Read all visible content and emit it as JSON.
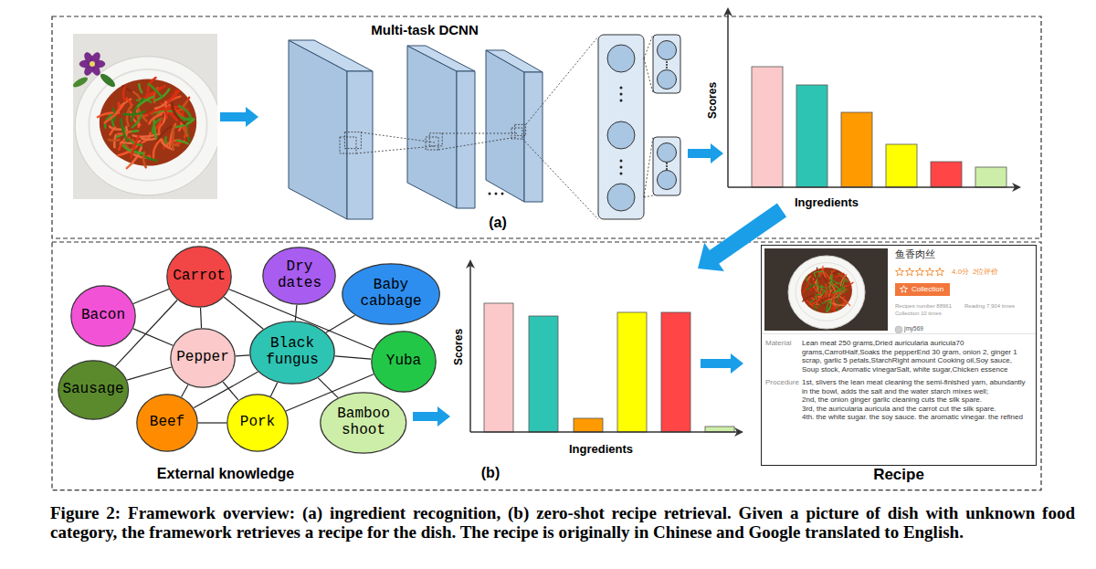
{
  "diagram": {
    "caption": "Figure 2: Framework overview: (a) ingredient recognition, (b) zero-shot recipe retrieval. Given a picture of dish with unknown food category, the framework retrieves a recipe for the dish. The recipe is originally in Chinese and Google translated to English.",
    "nodes": [
      {
        "text": [
          "Carrot"
        ]
      },
      {
        "text": [
          "Dry dates"
        ]
      },
      {
        "text": [
          "Baby cabbage"
        ]
      },
      {
        "text": [
          "Bacon"
        ]
      },
      {
        "text": [
          "Pepper"
        ]
      },
      {
        "text": [
          "Black fungus"
        ]
      },
      {
        "text": [
          "Yuba"
        ]
      },
      {
        "text": [
          "Sausage"
        ]
      },
      {
        "text": [
          "Beef"
        ]
      },
      {
        "text": [
          "Pork"
        ]
      },
      {
        "text": [
          "Bamboo shoot"
        ]
      },
      {
        "text": [
          "鱼香肉丝",
          "4.0分",
          "2位评价",
          "Collection",
          "Recipes number 88961",
          "Reading 7,904 times",
          "Collection 10 times",
          "jmy569",
          "Material",
          "Lean meat 250 grams,Dried auricularia auricula70 grams,CarrotHalf,Soaks the pepperEnd 30 gram, onion 2, ginger 1 scrap, garlic 5 petals,StarchRight amount Cooking oil,Soy sauce, Soup stock, Aromatic vinegarSalt, white sugar,Chicken essence",
          "Procedure",
          "1st, slivers the lean meat cleaning the semi-finished yarn, abundantly in the bowl, adds the salt and the water starch mixes well;",
          "2nd, the onion ginger garlic cleaning cuts the silk spare.",
          "3rd, the auricularia auricula and the carrot cut the silk spare.",
          "4th. the white sugar. the soy sauce. the aromatic vinegar. the refined",
          "Recipe"
        ]
      }
    ],
    "edges": [
      {
        "from": 0,
        "to": 3,
        "arrow": "none"
      },
      {
        "from": 0,
        "to": 4,
        "arrow": "none"
      },
      {
        "from": 0,
        "to": 5,
        "arrow": "none"
      },
      {
        "from": 0,
        "to": 6,
        "arrow": "none"
      },
      {
        "from": 0,
        "to": 7,
        "arrow": "none"
      },
      {
        "from": 3,
        "to": 4,
        "arrow": "none"
      },
      {
        "from": 4,
        "to": 7,
        "arrow": "none"
      },
      {
        "from": 4,
        "to": 8,
        "arrow": "none"
      },
      {
        "from": 4,
        "to": 9,
        "arrow": "none"
      },
      {
        "from": 4,
        "to": 5,
        "arrow": "none"
      },
      {
        "from": 5,
        "to": 1,
        "arrow": "none"
      },
      {
        "from": 5,
        "to": 2,
        "arrow": "none"
      },
      {
        "from": 5,
        "to": 6,
        "arrow": "none"
      },
      {
        "from": 5,
        "to": 10,
        "arrow": "none"
      },
      {
        "from": 5,
        "to": 9,
        "arrow": "none"
      },
      {
        "from": 5,
        "to": 8,
        "arrow": "none"
      },
      {
        "from": 8,
        "to": 9,
        "arrow": "none"
      },
      {
        "from": 9,
        "to": 6,
        "arrow": "none"
      }
    ],
    "labels": [
      "Multi-task DCNN",
      "Scores",
      "Ingredients",
      "(a)",
      "Scores",
      "Ingredients",
      "External knowledge",
      "(b)"
    ]
  }
}
